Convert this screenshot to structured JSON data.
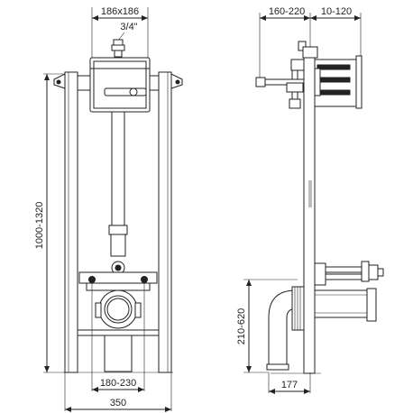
{
  "dimensions": {
    "frame_box": "186x186",
    "inlet": "3/4\"",
    "height": "1000-1320",
    "connector_spacing": "180-230",
    "frame_width": "350",
    "depth_top": "160-220",
    "wall_offset": "10-120",
    "outlet_height": "210-620",
    "outlet_depth": "177"
  }
}
